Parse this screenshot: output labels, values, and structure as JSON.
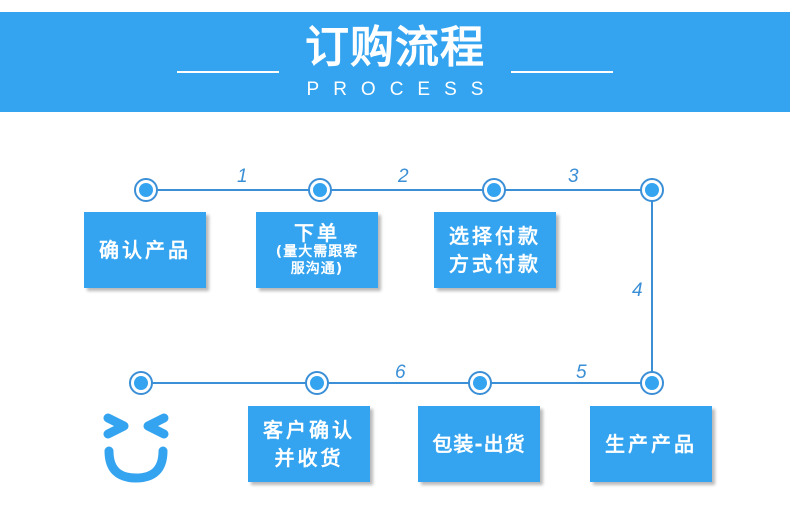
{
  "header": {
    "title": "订购流程",
    "subtitle": "PROCESS"
  },
  "colors": {
    "primary": "#34a4f0",
    "line": "#3b8fd6",
    "text_on_primary": "#ffffff"
  },
  "connector_labels": [
    "1",
    "2",
    "3",
    "4",
    "5",
    "6"
  ],
  "steps": [
    {
      "id": "confirm-product",
      "lines": [
        "确认产品"
      ]
    },
    {
      "id": "place-order",
      "lines": [
        "下单"
      ],
      "note_lines": [
        "(量大需跟客",
        "服沟通)"
      ]
    },
    {
      "id": "choose-payment",
      "lines": [
        "选择付款",
        "方式付款"
      ]
    },
    {
      "id": "produce-product",
      "lines": [
        "生产产品"
      ]
    },
    {
      "id": "pack-ship",
      "lines": [
        "包装-出货"
      ]
    },
    {
      "id": "customer-receive",
      "lines": [
        "客户确认",
        "并收货"
      ]
    }
  ],
  "end_icon": "smiley-face-icon"
}
